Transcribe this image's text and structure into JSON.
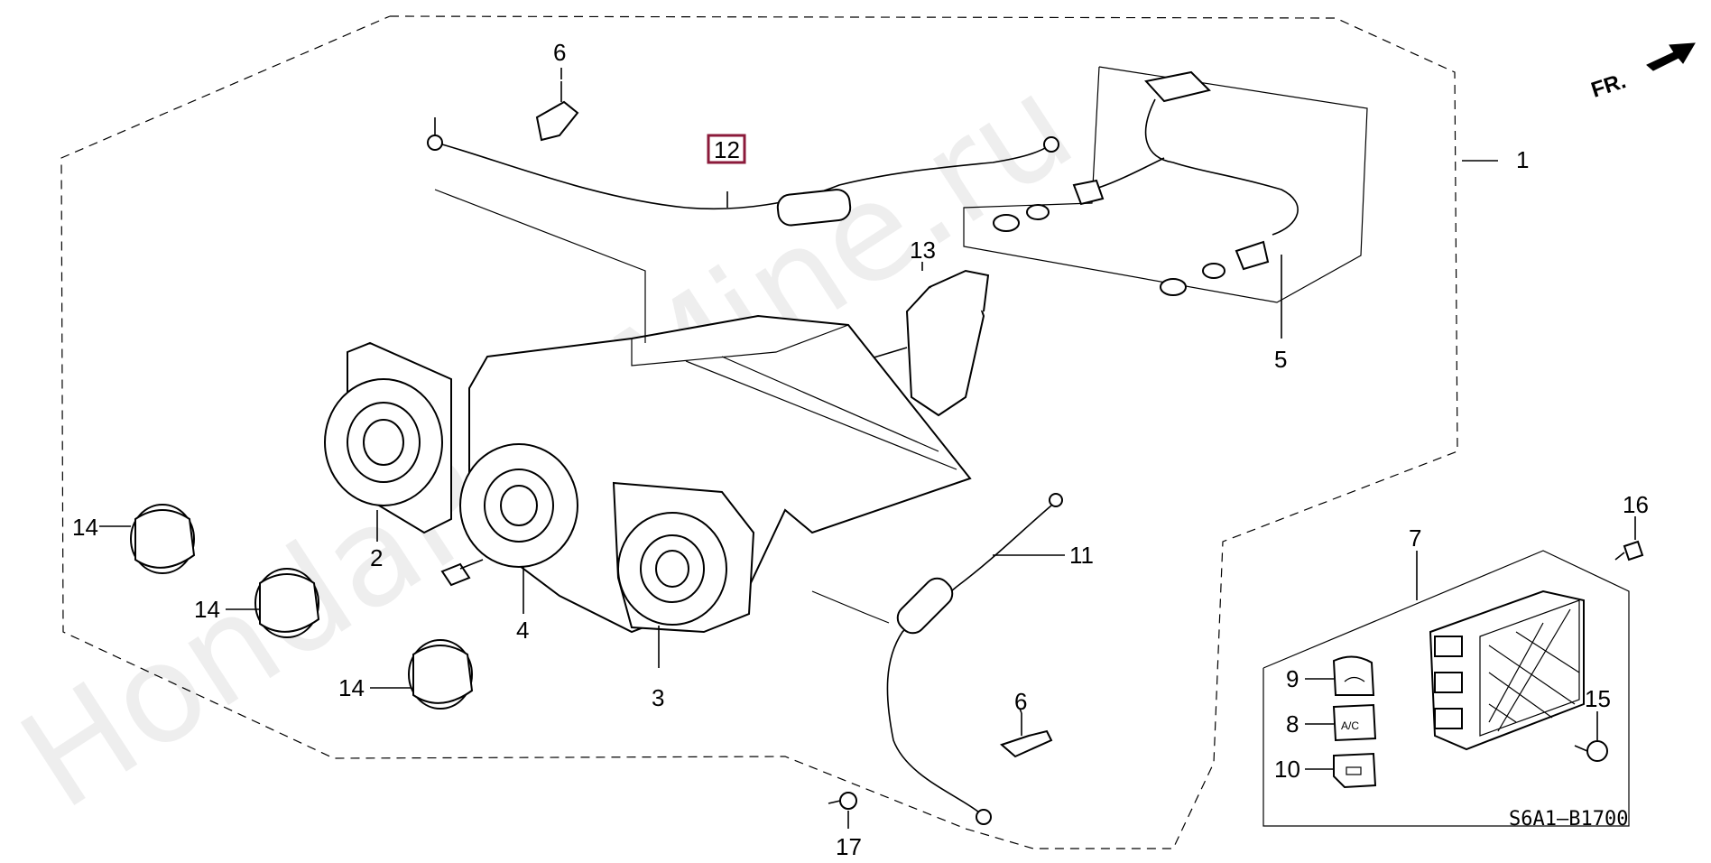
{
  "watermark": "HondaPartMine.ru",
  "direction_label": "FR.",
  "diagram_code": "S6A1–B1700",
  "highlighted_callout": "12",
  "callouts": {
    "c1": "1",
    "c2": "2",
    "c3": "3",
    "c4": "4",
    "c5": "5",
    "c6a": "6",
    "c6b": "6",
    "c7": "7",
    "c8": "8",
    "c9": "9",
    "c10": "10",
    "c11": "11",
    "c12": "12",
    "c13": "13",
    "c14a": "14",
    "c14b": "14",
    "c14c": "14",
    "c15": "15",
    "c16": "16",
    "c17": "17"
  },
  "button_labels": {
    "ac": "A/C"
  },
  "colors": {
    "highlight_box": "#8b1a3a",
    "watermark": "#cfcfcf",
    "lines": "#000000"
  }
}
